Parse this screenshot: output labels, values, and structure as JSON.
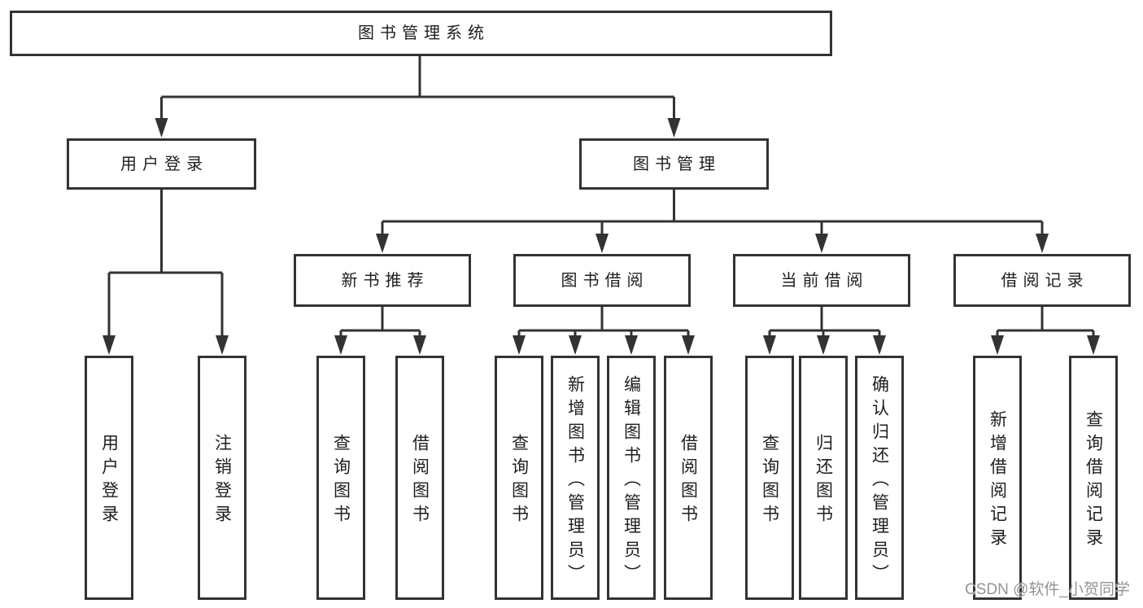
{
  "diagram_title": "图书管理系统",
  "tree": {
    "label": "图书管理系统",
    "children": [
      {
        "label": "用户登录",
        "children": [
          {
            "label": "用户登录"
          },
          {
            "label": "注销登录"
          }
        ]
      },
      {
        "label": "图书管理",
        "children": [
          {
            "label": "新书推荐",
            "children": [
              {
                "label": "查询图书"
              },
              {
                "label": "借阅图书"
              }
            ]
          },
          {
            "label": "图书借阅",
            "children": [
              {
                "label": "查询图书"
              },
              {
                "label": "新增图书（管理员）"
              },
              {
                "label": "编辑图书（管理员）"
              },
              {
                "label": "借阅图书"
              }
            ]
          },
          {
            "label": "当前借阅",
            "children": [
              {
                "label": "查询图书"
              },
              {
                "label": "归还图书"
              },
              {
                "label": "确认归还（管理员）"
              }
            ]
          },
          {
            "label": "借阅记录",
            "children": [
              {
                "label": "新增借阅记录"
              },
              {
                "label": "查询借阅记录"
              }
            ]
          }
        ]
      }
    ]
  },
  "watermark": {
    "text": "CSDN @软件_小贺同学"
  },
  "colors": {
    "line": "#333333",
    "text": "#1e1e1e",
    "watermark": "#939393",
    "background": "#ffffff"
  }
}
